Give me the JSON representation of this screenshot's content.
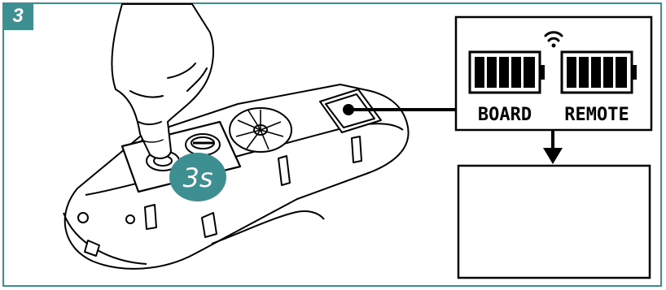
{
  "step": {
    "number": "3"
  },
  "timer_badge": {
    "text": "3s"
  },
  "status_panel": {
    "board_label": "BOARD",
    "remote_label": "REMOTE",
    "signal_icon": "wifi-icon"
  },
  "colors": {
    "accent": "#3d8f92",
    "outline": "#000000",
    "device_fill": "#ffffff"
  }
}
